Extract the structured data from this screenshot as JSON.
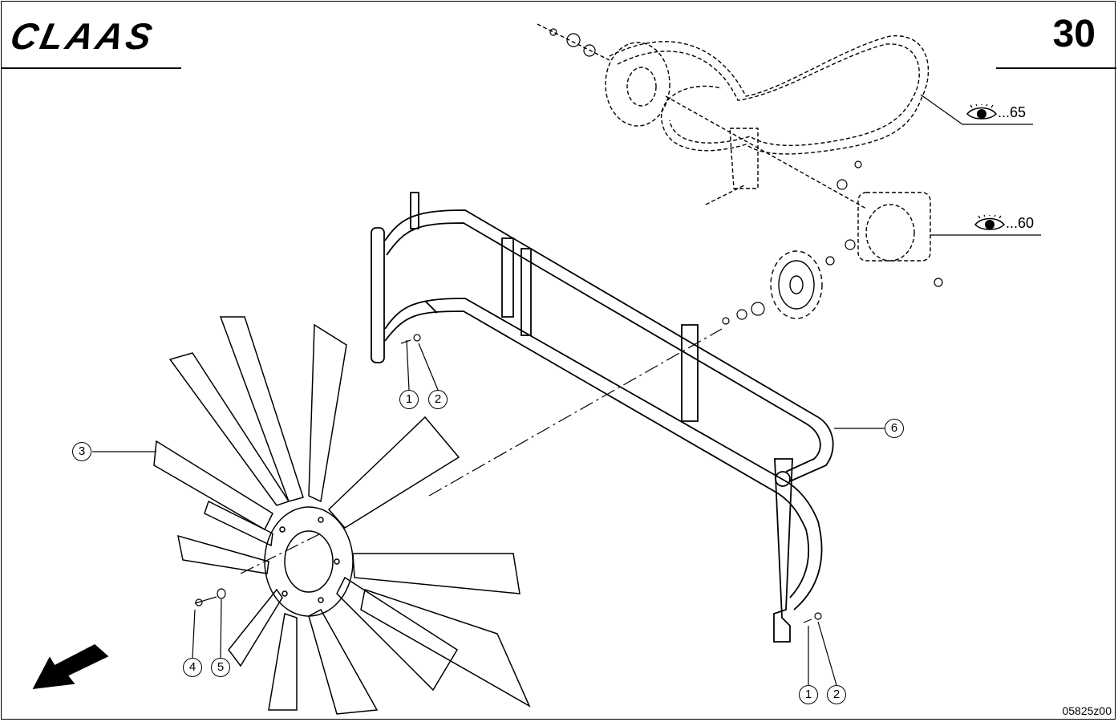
{
  "header": {
    "brand": "CLAAS",
    "page_number": "30"
  },
  "footer": {
    "drawing_code": "05825z00"
  },
  "references": [
    {
      "id": "ref-65",
      "text": "...65",
      "icon": "eye-icon"
    },
    {
      "id": "ref-60",
      "text": "...60",
      "icon": "eye-icon"
    }
  ],
  "callouts": [
    "1",
    "2",
    "1",
    "2",
    "3",
    "4",
    "5",
    "6"
  ]
}
